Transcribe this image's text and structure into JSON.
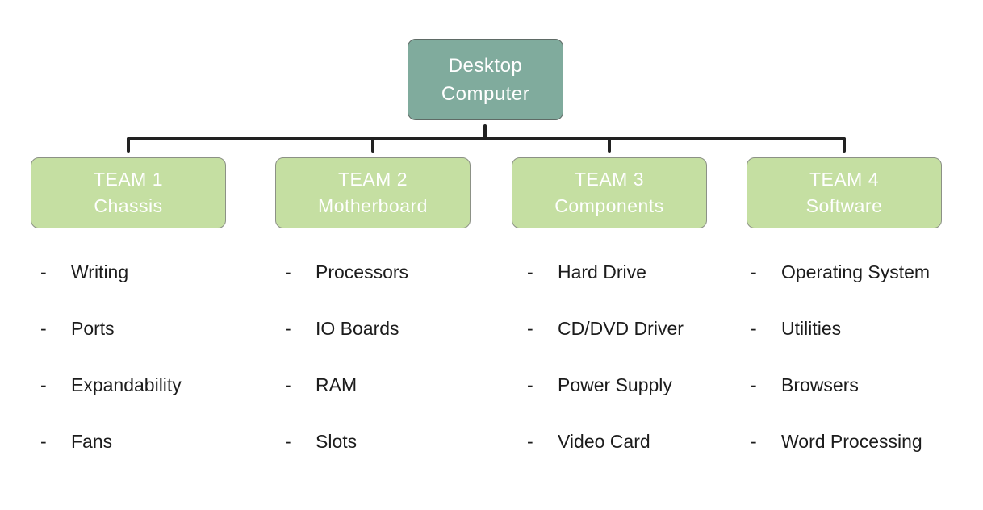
{
  "diagram": {
    "title_node": {
      "lines": [
        "Desktop",
        "Computer"
      ]
    },
    "bullet": "-",
    "teams": [
      {
        "title": "TEAM 1",
        "subtitle": "Chassis",
        "items": [
          "Writing",
          "Ports",
          "Expandability",
          "Fans"
        ]
      },
      {
        "title": "TEAM 2",
        "subtitle": "Motherboard",
        "items": [
          "Processors",
          "IO Boards",
          "RAM",
          "Slots"
        ]
      },
      {
        "title": "TEAM 3",
        "subtitle": "Components",
        "items": [
          "Hard Drive",
          "CD/DVD Driver",
          "Power Supply",
          "Video Card"
        ]
      },
      {
        "title": "TEAM 4",
        "subtitle": "Software",
        "items": [
          "Operating System",
          "Utilities",
          "Browsers",
          "Word Processing"
        ]
      }
    ],
    "colors": {
      "root_node_fill": "#80ab9d",
      "team_node_fill": "#c5dfa2",
      "node_text": "#ffffff",
      "connector_line": "#212121",
      "item_text": "#1c1c1c",
      "background": "#ffffff"
    }
  }
}
